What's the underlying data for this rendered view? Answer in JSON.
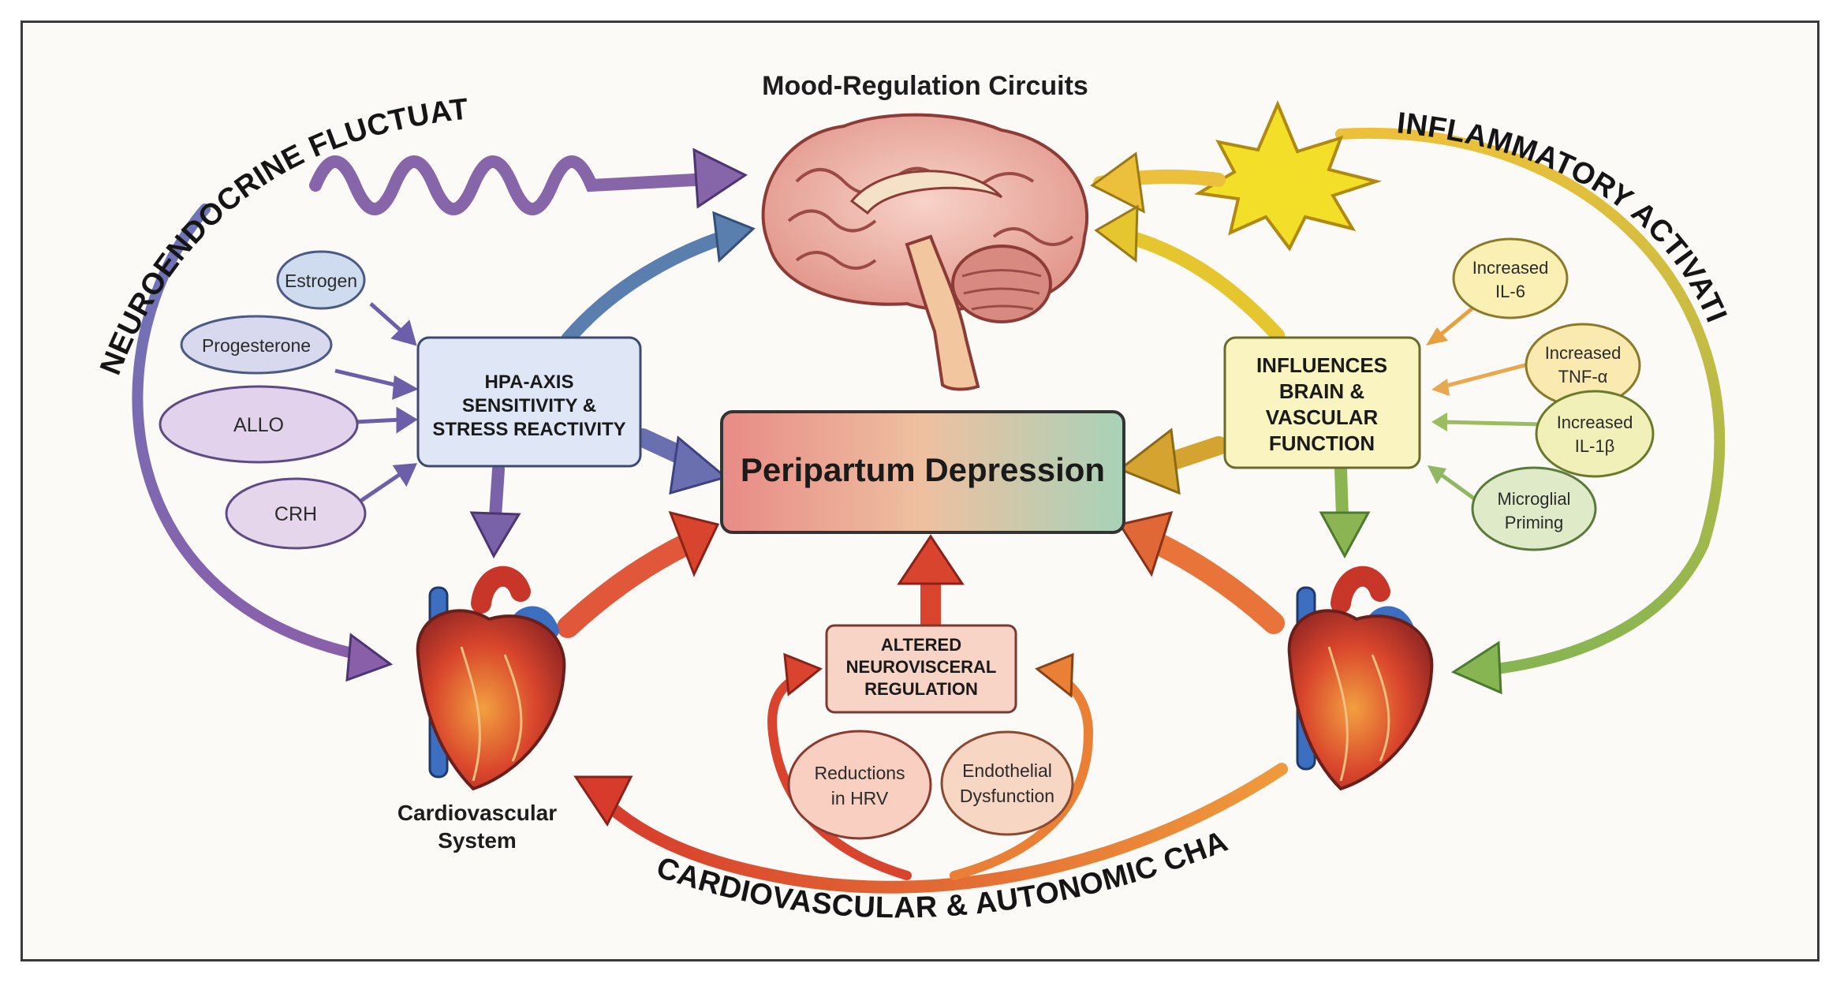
{
  "brain": {
    "title": "Mood-Regulation Circuits"
  },
  "arcs": {
    "neuroendocrine": "NEUROENDOCRINE FLUCTUATIONS",
    "inflammatory": "INFLAMMATORY ACTIVATION",
    "cardiovascular": "CARDIOVASCULAR & AUTONOMIC CHANGES"
  },
  "center": {
    "title": "Peripartum Depression"
  },
  "hpa": {
    "line1": "HPA-AXIS",
    "line2": "SENSITIVITY &",
    "line3": "STRESS REACTIVITY"
  },
  "influences": {
    "line1": "INFLUENCES",
    "line2": "BRAIN &",
    "line3": "VASCULAR",
    "line4": "FUNCTION"
  },
  "altered": {
    "line1": "ALTERED",
    "line2": "NEUROVISCERAL",
    "line3": "REGULATION"
  },
  "hormones": [
    "Estrogen",
    "Progesterone",
    "ALLO",
    "CRH"
  ],
  "inflammation": [
    {
      "line1": "Increased",
      "line2": "IL-6"
    },
    {
      "line1": "Increased",
      "line2": "TNF-α"
    },
    {
      "line1": "Increased",
      "line2": "IL-1β"
    },
    {
      "line1": "Microglial",
      "line2": "Priming"
    }
  ],
  "autonomic": [
    {
      "line1": "Reductions",
      "line2": "in HRV"
    },
    {
      "line1": "Endothelial",
      "line2": "Dysfunction"
    }
  ],
  "heart_left": {
    "line1": "Cardiovascular",
    "line2": "System"
  },
  "colors": {
    "purple": "#7a62a8",
    "blue": "#5a7fae",
    "yellow": "#e6c62e",
    "green": "#8bb552",
    "red": "#d9442f",
    "orange": "#e77a2e",
    "pink_fill": "#f6d3c8"
  }
}
